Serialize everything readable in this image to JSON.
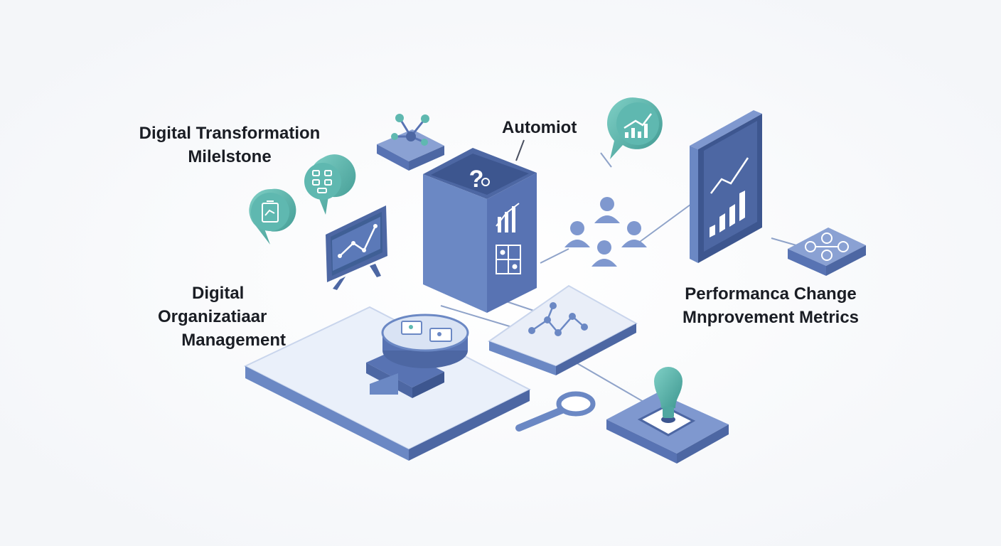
{
  "labels": {
    "milestone": [
      "Digital Transformation",
      "Milelstone"
    ],
    "automation": [
      "Automiot"
    ],
    "organization": [
      "Digital",
      "Organizatiaar",
      "Management"
    ],
    "performance": [
      "Performanca Change",
      "Mnprovement Metrics"
    ]
  },
  "icons": [
    "network-node-icon",
    "chart-bubble-icon",
    "flowchart-bubble-icon",
    "clipboard-bubble-icon",
    "line-chart-monitor-icon",
    "question-mark-icon",
    "bar-chart-icon",
    "circuit-grid-icon",
    "people-group-icon",
    "bar-chart-panel-icon",
    "org-chart-tile-icon",
    "graph-nodes-tile-icon",
    "magnifier-icon",
    "lightbulb-icon"
  ],
  "colors": {
    "primary": "#6b88c4",
    "primary_dark": "#4d67a3",
    "primary_light": "#a9bde2",
    "accent": "#5fb8b0",
    "accent_dark": "#3e9790",
    "surface": "#eaf0fa",
    "line": "#8fa3c9",
    "text": "#1a1d24"
  }
}
